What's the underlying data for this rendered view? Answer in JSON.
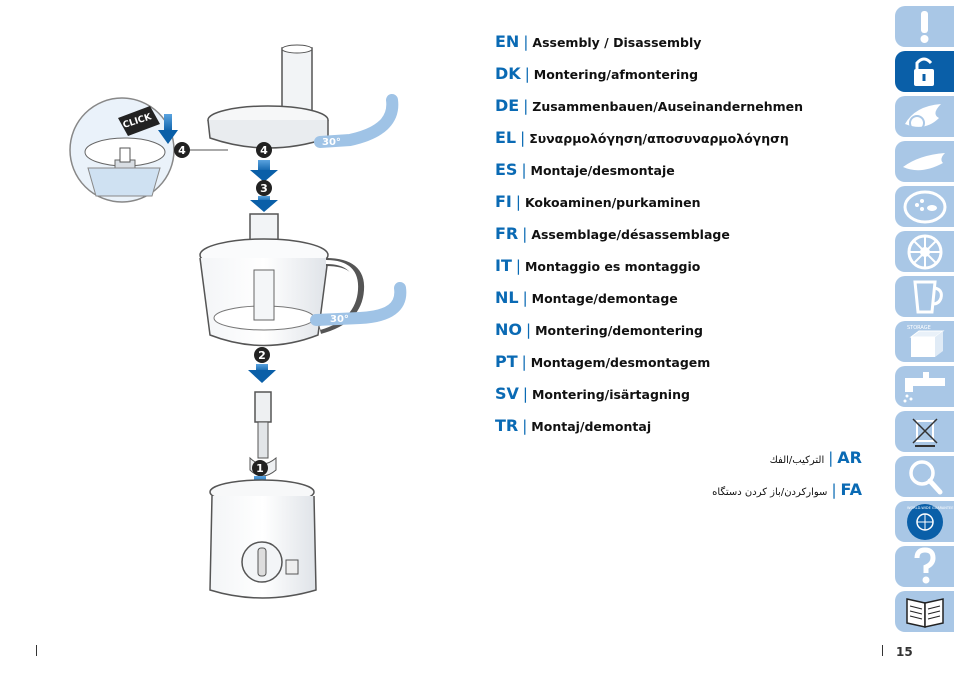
{
  "languages": [
    {
      "code": "EN",
      "label": "Assembly / Disassembly"
    },
    {
      "code": "DK",
      "label": "Montering/afmontering"
    },
    {
      "code": "DE",
      "label": "Zusammenbauen/Auseinandernehmen"
    },
    {
      "code": "EL",
      "label": "Συναρμολόγηση/αποσυναρμολόγηση"
    },
    {
      "code": "ES",
      "label": "Montaje/desmontaje"
    },
    {
      "code": "FI",
      "label": "Kokoaminen/purkaminen"
    },
    {
      "code": "FR",
      "label": "Assemblage/désassemblage"
    },
    {
      "code": "IT",
      "label": "Montaggio es montaggio"
    },
    {
      "code": "NL",
      "label": "Montage/demontage"
    },
    {
      "code": "NO",
      "label": "Montering/demontering"
    },
    {
      "code": "PT",
      "label": "Montagem/desmontagem"
    },
    {
      "code": "SV",
      "label": "Montering/isärtagning"
    },
    {
      "code": "TR",
      "label": "Montaj/demontaj"
    }
  ],
  "rtl_languages": [
    {
      "code": "AR",
      "label": "التركيب/الفك"
    },
    {
      "code": "FA",
      "label": "سوارکردن/باز کردن دستگاه"
    }
  ],
  "separator": "|",
  "illustration": {
    "callout_click": "CLICK",
    "rotation_label": "30°",
    "steps": [
      "4",
      "4",
      "3",
      "2",
      "1"
    ]
  },
  "sidebar": {
    "tabs": [
      {
        "icon": "exclamation-icon",
        "active": false
      },
      {
        "icon": "padlock-icon",
        "active": true
      },
      {
        "icon": "slicing-disc-icon",
        "active": false
      },
      {
        "icon": "blade-icon",
        "active": false
      },
      {
        "icon": "grater-disc-icon",
        "active": false
      },
      {
        "icon": "emulsifying-disc-icon",
        "active": false
      },
      {
        "icon": "jug-icon",
        "active": false
      },
      {
        "icon": "storage-box-icon",
        "active": false,
        "text": "STORAGE"
      },
      {
        "icon": "tap-icon",
        "active": false
      },
      {
        "icon": "recycle-bin-icon",
        "active": false
      },
      {
        "icon": "magnifier-icon",
        "active": false
      },
      {
        "icon": "globe-icon",
        "active": false,
        "text": "WORLD-WIDE GUARANTEE"
      },
      {
        "icon": "question-icon",
        "active": false
      },
      {
        "icon": "book-icon",
        "active": false
      }
    ]
  },
  "page_number": "15",
  "colors": {
    "accent": "#0a6ab4",
    "tab": "#a9c7e6",
    "tab_active": "#0a5fa8"
  }
}
